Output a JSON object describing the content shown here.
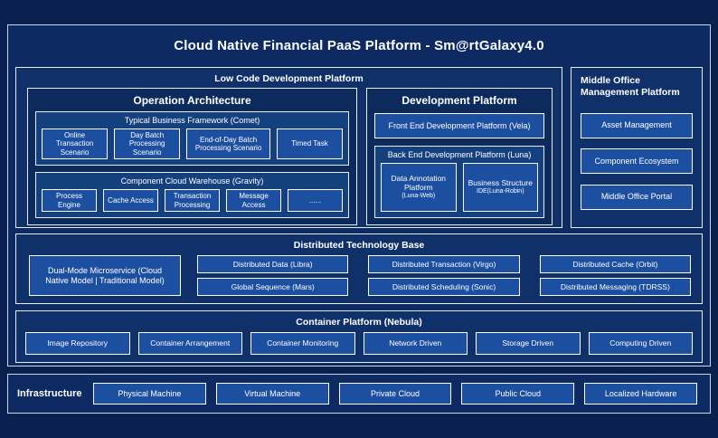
{
  "title": "Cloud Native Financial PaaS Platform - Sm@rtGalaxy4.0",
  "low_code": {
    "title": "Low Code Development Platform",
    "operation": {
      "title": "Operation Architecture",
      "comet": {
        "title": "Typical Business Framework (Comet)",
        "items": [
          "Online Transaction Scenario",
          "Day Batch Processing Scenario",
          "End-of-Day Batch Processing Scenario",
          "Timed Task"
        ]
      },
      "gravity": {
        "title": "Component Cloud Warehouse (Gravity)",
        "items": [
          "Process Engine",
          "Cache Access",
          "Transaction Processing",
          "Message Access",
          "......"
        ]
      }
    },
    "development": {
      "title": "Development Platform",
      "vela": "Front End Development Platform (Vela)",
      "luna": {
        "title": "Back End Development Platform (Luna)",
        "items": [
          {
            "label": "Data Annotation Platform",
            "sub": "(Luna-Web)"
          },
          {
            "label": "Business Structure",
            "sub": "IDE(Luna-Robin)"
          }
        ]
      }
    }
  },
  "middle_office": {
    "title": "Middle Office Management Platform",
    "items": [
      "Asset Management",
      "Component Ecosystem",
      "Middle Office Portal"
    ]
  },
  "distributed": {
    "title": "Distributed Technology Base",
    "microservice": "Dual-Mode Microservice (Cloud Native Model | Traditional Model)",
    "row1": [
      "Distributed Data (Libra)",
      "Distributed Transaction (Virgo)",
      "Distributed Cache (Orbit)"
    ],
    "row2": [
      "Global Sequence (Mars)",
      "Distributed Scheduling (Sonic)",
      "Distributed Messaging (TDRSS)"
    ]
  },
  "container": {
    "title": "Container Platform (Nebula)",
    "items": [
      "Image Repository",
      "Container Arrangement",
      "Container Monitoring",
      "Network Driven",
      "Storage Driven",
      "Computing Driven"
    ]
  },
  "infrastructure": {
    "title": "Infrastructure",
    "items": [
      "Physical Machine",
      "Virtual Machine",
      "Private Cloud",
      "Public Cloud",
      "Localized Hardware"
    ]
  }
}
